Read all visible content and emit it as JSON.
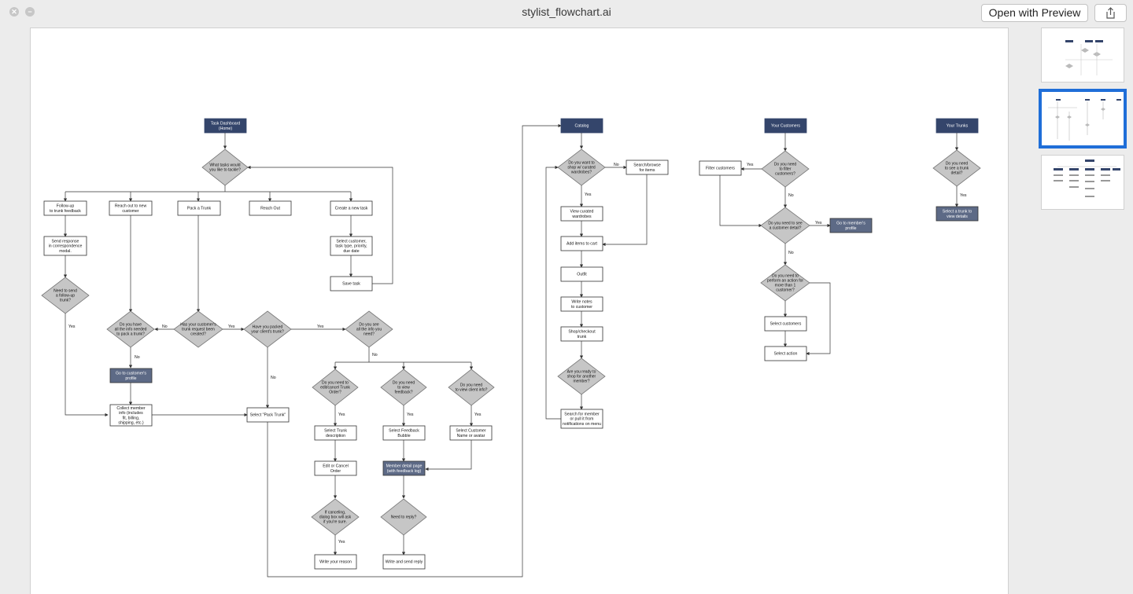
{
  "window": {
    "title": "stylist_flowchart.ai",
    "open_with_preview": "Open with Preview"
  },
  "icons": {
    "close": "close-icon",
    "minimize": "minimize-icon",
    "share": "share-icon"
  },
  "flowchart": {
    "nodes": {
      "task_dashboard": "Task Dashboard\n(Home)",
      "what_tasks": "What tasks would\nyou like to tackle?",
      "follow_up": "Follow-up\nto trunk feedback",
      "reach_new": "Reach out to new\ncustomer",
      "pack_trunk": "Pack a Trunk",
      "reach_out": "Reach Out",
      "create_task": "Create a new task",
      "send_response": "Send response\nin correspondence\nmodal.",
      "select_customer": "Select customer,\ntask type, priority,\ndue date",
      "save_task": "Save task",
      "need_followup": "Need to send\na follow-up\ntrunk?",
      "have_info": "Do you have\nall the info needed\nto pack a trunk?",
      "request_created": "Has your customer's\ntrunk request been\ncreated?",
      "packed_trunk": "Have you packed\nyour client's trunk?",
      "see_info": "Do you see\nall the info you\nneed?",
      "goto_profile": "Go to customer's\nprofile",
      "collect_info": "Collect member\ninfo (includes\nfit, billing,\nshipping, etc.)",
      "select_pack": "Select \"Pack Trunk\"",
      "edit_cancel_q": "Do you need to\nedit/cancel Trunk\nOrder?",
      "view_feedback_q": "Do you need\nto view\nfeedback?",
      "view_client_q": "Do you need\nto view client info?",
      "select_desc": "Select Trunk\ndescription",
      "select_bubble": "Select Feedback\nBubble",
      "select_name": "Select Customer\nName or avatar",
      "edit_order": "Edit or Cancel\nOrder",
      "member_detail": "Member detail page\n(with feedback log)",
      "if_canceling": "If canceling,\ndialog box will ask\nif you're sure.",
      "need_reply": "Need to reply?",
      "write_reason": "Write your reason",
      "write_reply": "Write and send reply",
      "catalog": "Catalog",
      "shop_curated": "Do you want to\nshop w/ curated\nwardrobes?",
      "search_browse": "Search/browse\nfor items",
      "view_curated": "View curated\nwardrobes",
      "add_cart": "Add items to cart",
      "outfit": "Outfit",
      "write_notes": "Write notes\nto customer",
      "shop_checkout": "Shop/checkout\ntrunk",
      "ready_another": "Are you ready to\nshop for another\nmember?",
      "search_member": "Search for member\nor pull it from\nnotifications on menu",
      "your_customers": "Your Customers",
      "filter_q": "Do you need\nto filter\ncustomers?",
      "filter_customers": "Filter customers",
      "see_detail_q": "Do you need to see\na customer detail?",
      "goto_member": "Go to member's\nprofile",
      "perform_action_q": "Do you need to\nperform an action for\nmore than 1\ncustomer?",
      "select_customers": "Select customers",
      "select_action": "Select action",
      "your_trunks": "Your Trunks",
      "see_trunk_q": "Do you need\nto see a trunk\ndetail?",
      "select_trunk": "Select a trunk to\nview details"
    },
    "labels": {
      "yes": "Yes",
      "no": "No"
    }
  },
  "colors": {
    "header_node": "#34456b",
    "action_node": "#5d6a86",
    "decision": "#c6c6c6",
    "selected_thumb": "#1f6ed8"
  },
  "thumbnails": {
    "selected_index": 1
  }
}
